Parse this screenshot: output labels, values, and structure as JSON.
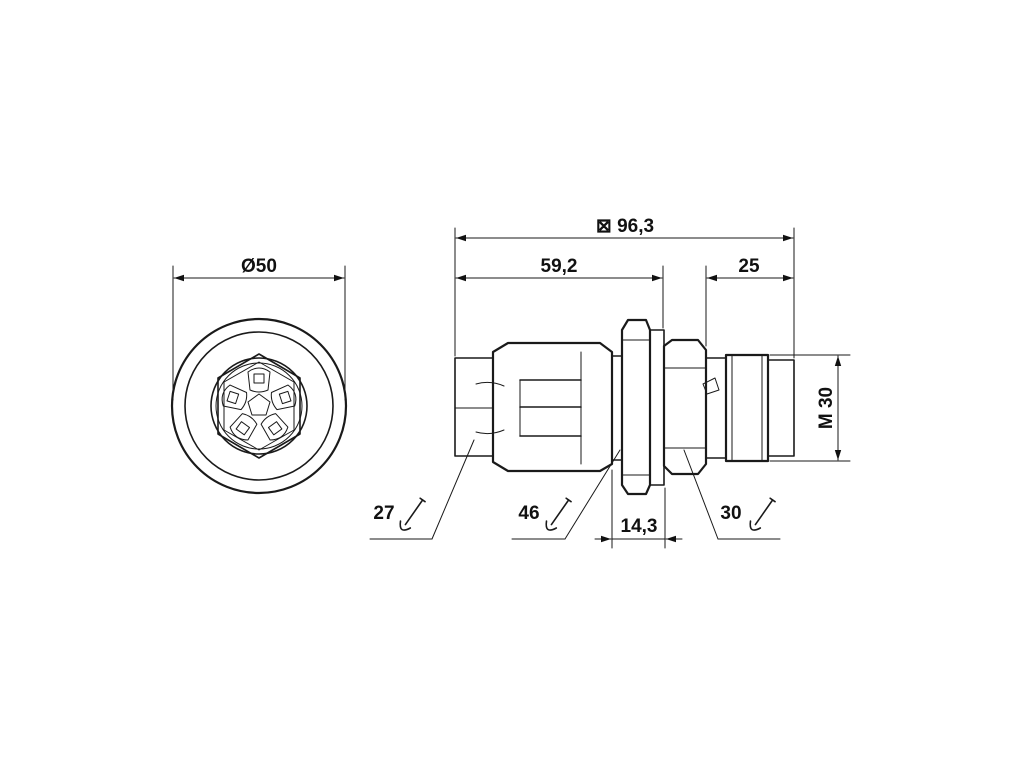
{
  "dimensions": {
    "front_diameter": "Ø50",
    "overall_length": "⊠ 96,3",
    "body_length": "59,2",
    "thread_length": "25",
    "thread_size": "M 30",
    "panel_thickness": "14,3"
  },
  "wrench_sizes": {
    "w1": "27",
    "w2": "46",
    "w3": "30"
  }
}
